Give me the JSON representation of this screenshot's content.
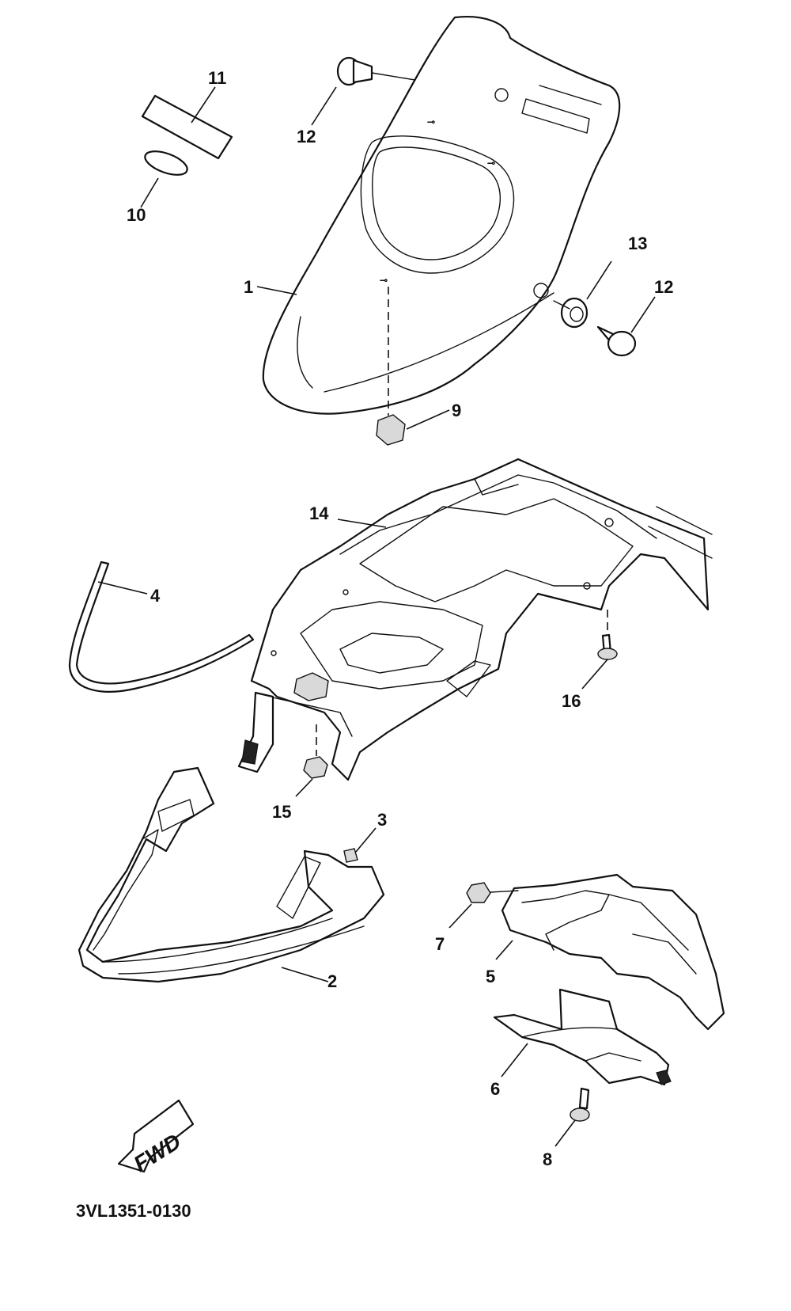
{
  "diagram": {
    "callouts": {
      "c1": "1",
      "c2": "2",
      "c3": "3",
      "c4": "4",
      "c5": "5",
      "c6": "6",
      "c7": "7",
      "c8": "8",
      "c9": "9",
      "c10": "10",
      "c11": "11",
      "c12a": "12",
      "c12b": "12",
      "c13": "13",
      "c14": "14",
      "c15": "15",
      "c16": "16"
    },
    "fwd_label": "FWD",
    "part_code": "3VL1351-0130"
  }
}
